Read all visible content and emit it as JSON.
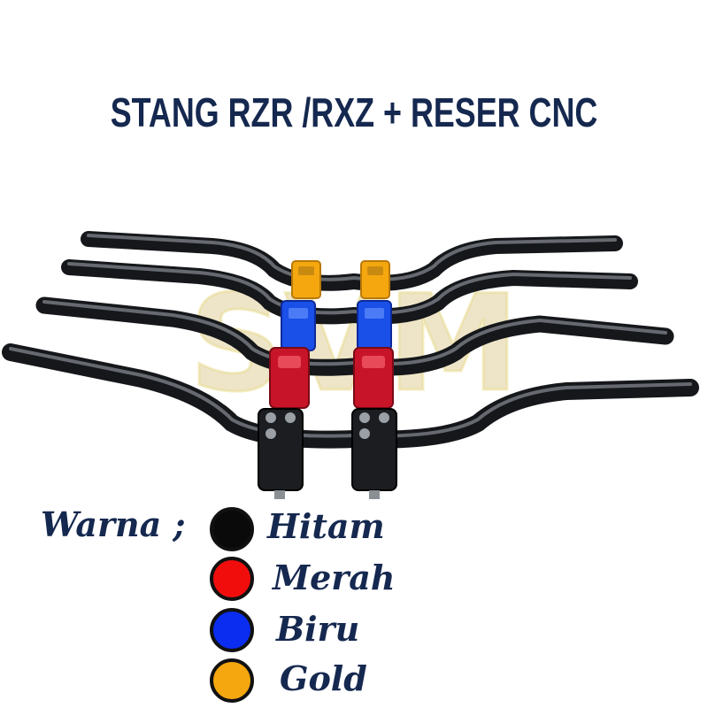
{
  "title": "STANG RZR /RXZ + RESER CNC",
  "watermark": "SVM",
  "legend": {
    "label": "Warna ;",
    "colors": [
      {
        "name": "Hitam",
        "hex": "#0a0a0a"
      },
      {
        "name": "Merah",
        "hex": "#f20d0d"
      },
      {
        "name": "Biru",
        "hex": "#0a2df0"
      },
      {
        "name": "Gold",
        "hex": "#f5a70f"
      }
    ]
  }
}
